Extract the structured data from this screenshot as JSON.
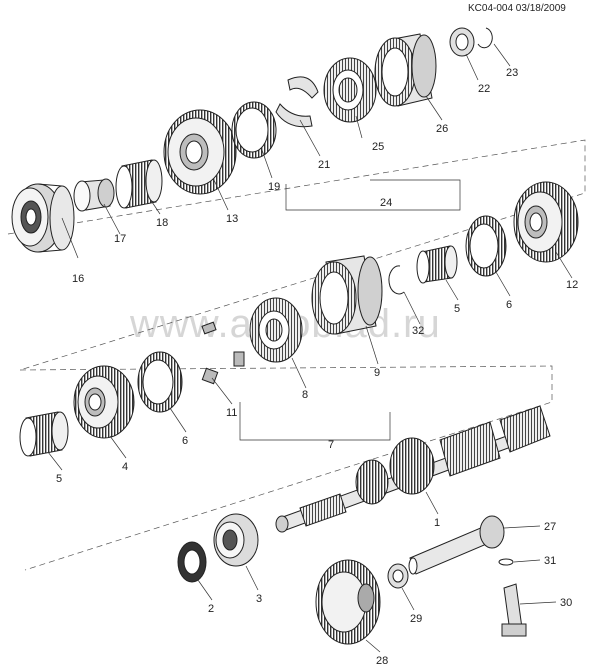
{
  "header": {
    "doc_code": "KC04-004 03/18/2009"
  },
  "watermark": {
    "text": "www.autoblad.ru"
  },
  "callouts": {
    "c1": "1",
    "c2": "2",
    "c3": "3",
    "c4": "4",
    "c5a": "5",
    "c5b": "5",
    "c6a": "6",
    "c6b": "6",
    "c7": "7",
    "c8": "8",
    "c9": "9",
    "c11": "11",
    "c12": "12",
    "c13": "13",
    "c16": "16",
    "c17": "17",
    "c18": "18",
    "c19": "19",
    "c21": "21",
    "c22": "22",
    "c23": "23",
    "c24": "24",
    "c25": "25",
    "c26": "26",
    "c27": "27",
    "c28": "28",
    "c29": "29",
    "c30": "30",
    "c31": "31",
    "c32": "32"
  },
  "colors": {
    "ink": "#222222",
    "shade": "#bdbdbd",
    "light": "#eeeeee",
    "watermark": "#d6d6d6"
  }
}
